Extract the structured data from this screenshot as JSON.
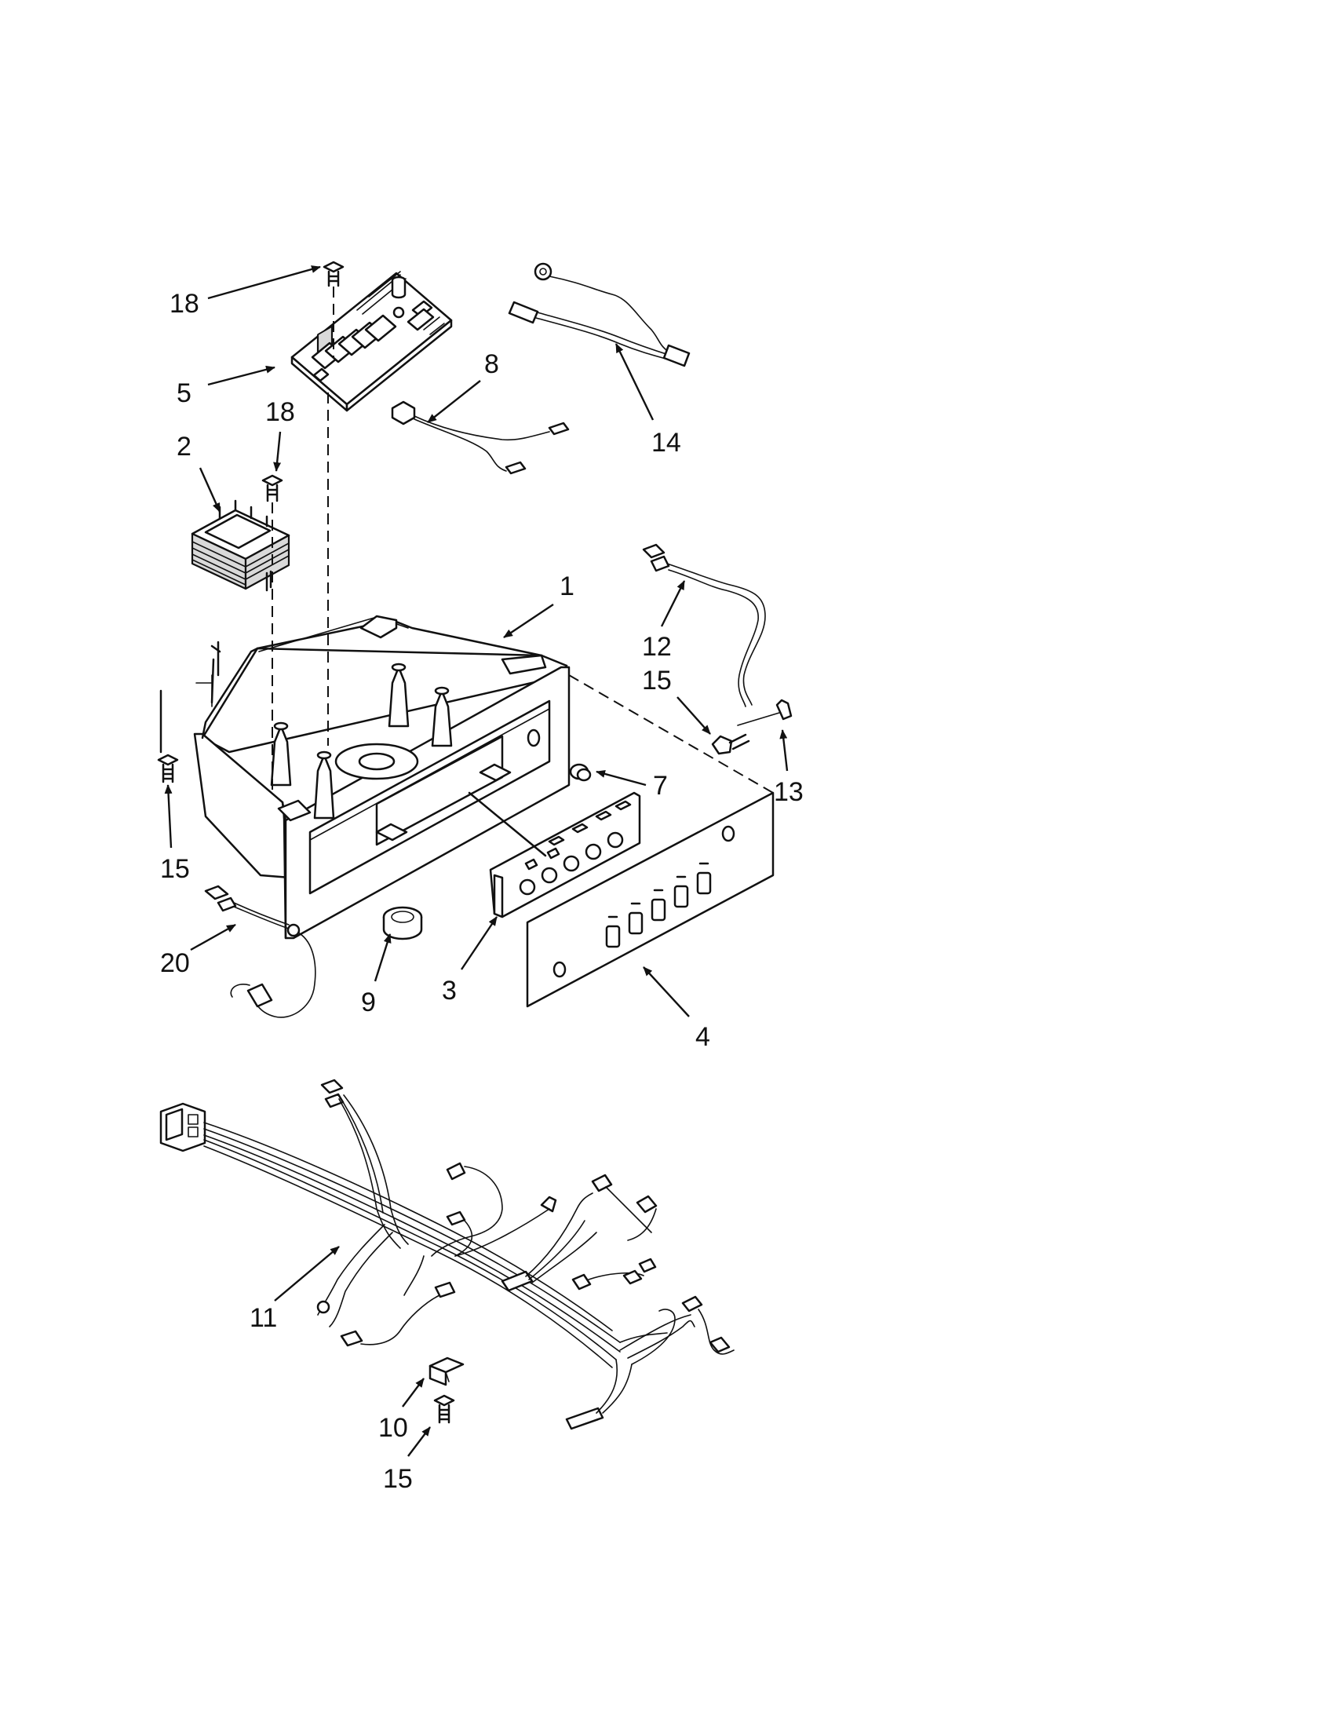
{
  "diagram": {
    "callouts": [
      {
        "id": "c18a",
        "label": "18"
      },
      {
        "id": "c5",
        "label": "5"
      },
      {
        "id": "c18b",
        "label": "18"
      },
      {
        "id": "c2",
        "label": "2"
      },
      {
        "id": "c8",
        "label": "8"
      },
      {
        "id": "c14",
        "label": "14"
      },
      {
        "id": "c1",
        "label": "1"
      },
      {
        "id": "c12",
        "label": "12"
      },
      {
        "id": "c15a",
        "label": "15"
      },
      {
        "id": "c13",
        "label": "13"
      },
      {
        "id": "c7",
        "label": "7"
      },
      {
        "id": "c15b",
        "label": "15"
      },
      {
        "id": "c20",
        "label": "20"
      },
      {
        "id": "c9",
        "label": "9"
      },
      {
        "id": "c3",
        "label": "3"
      },
      {
        "id": "c4",
        "label": "4"
      },
      {
        "id": "c11",
        "label": "11"
      },
      {
        "id": "c10",
        "label": "10"
      },
      {
        "id": "c15c",
        "label": "15"
      }
    ]
  }
}
